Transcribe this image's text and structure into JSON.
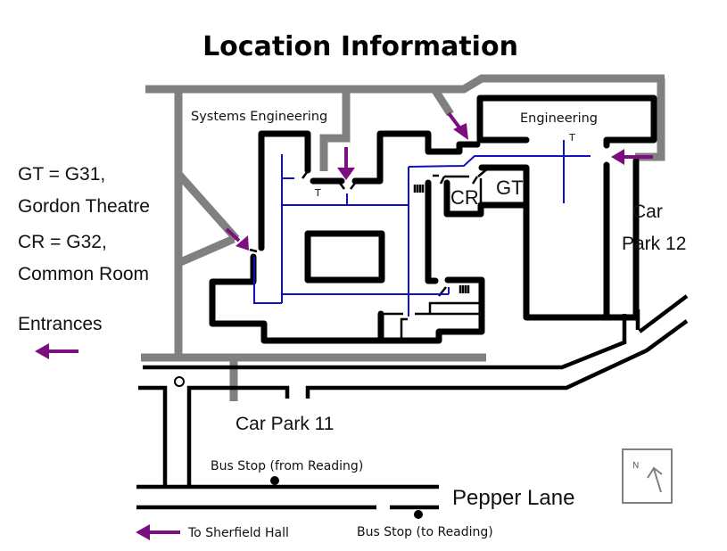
{
  "title": "Location Information",
  "legend": {
    "gt_line1": "GT = G31,",
    "gt_line2": "Gordon Theatre",
    "cr_line1": "CR = G32,",
    "cr_line2": "Common Room",
    "entrances_label": "Entrances",
    "entrance_color": "#7b0f7f"
  },
  "buildings": {
    "systems_engineering": "Systems Engineering",
    "engineering": "Engineering",
    "toilet_marker": "T",
    "common_room": "CR",
    "gordon_theatre": "GT"
  },
  "places": {
    "car_park_12_line1": "Car",
    "car_park_12_line2": "Park 12",
    "car_park_11": "Car Park 11",
    "bus_stop_from": "Bus Stop (from Reading)",
    "bus_stop_to": "Bus Stop (to Reading)",
    "road_name": "Pepper Lane",
    "to_sherfield": "To Sherfield Hall"
  },
  "compass": {
    "label": "N",
    "icon": "north-arrow-icon"
  },
  "colors": {
    "footpath": "#808080",
    "walls": "#000000",
    "route": "#1010c0",
    "entrance": "#7b0f7f"
  }
}
